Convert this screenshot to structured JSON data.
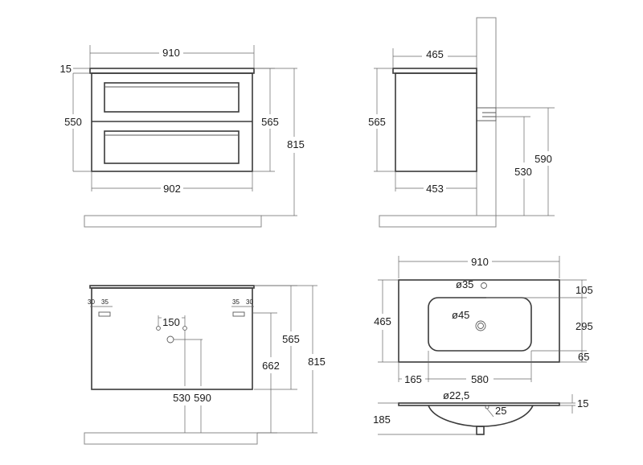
{
  "front_view": {
    "width_top": "910",
    "top_thickness": "15",
    "body_height": "550",
    "front_height": "565",
    "total_height": "815",
    "width_bottom": "902"
  },
  "side_view": {
    "depth_top": "465",
    "height": "565",
    "depth_bottom": "453",
    "mount_height_low": "530",
    "mount_height_high": "590"
  },
  "back_view": {
    "offset_left_a": "30",
    "offset_left_b": "35",
    "offset_right_b": "35",
    "offset_right_a": "30",
    "hole_spacing": "150",
    "drain_height_a": "530",
    "drain_height_b": "590",
    "drain_from_top": "662",
    "height": "565",
    "total_height": "815"
  },
  "basin_top_view": {
    "width": "910",
    "depth": "465",
    "tap_hole": "ø35",
    "drain_hole": "ø45",
    "tap_offset": "105",
    "bowl_depth": "295",
    "front_rim": "65",
    "left_offset": "165",
    "bowl_width": "580"
  },
  "basin_section": {
    "overflow": "ø22,5",
    "bowl_height": "185",
    "drain_depth": "25",
    "slab_thickness": "15"
  }
}
